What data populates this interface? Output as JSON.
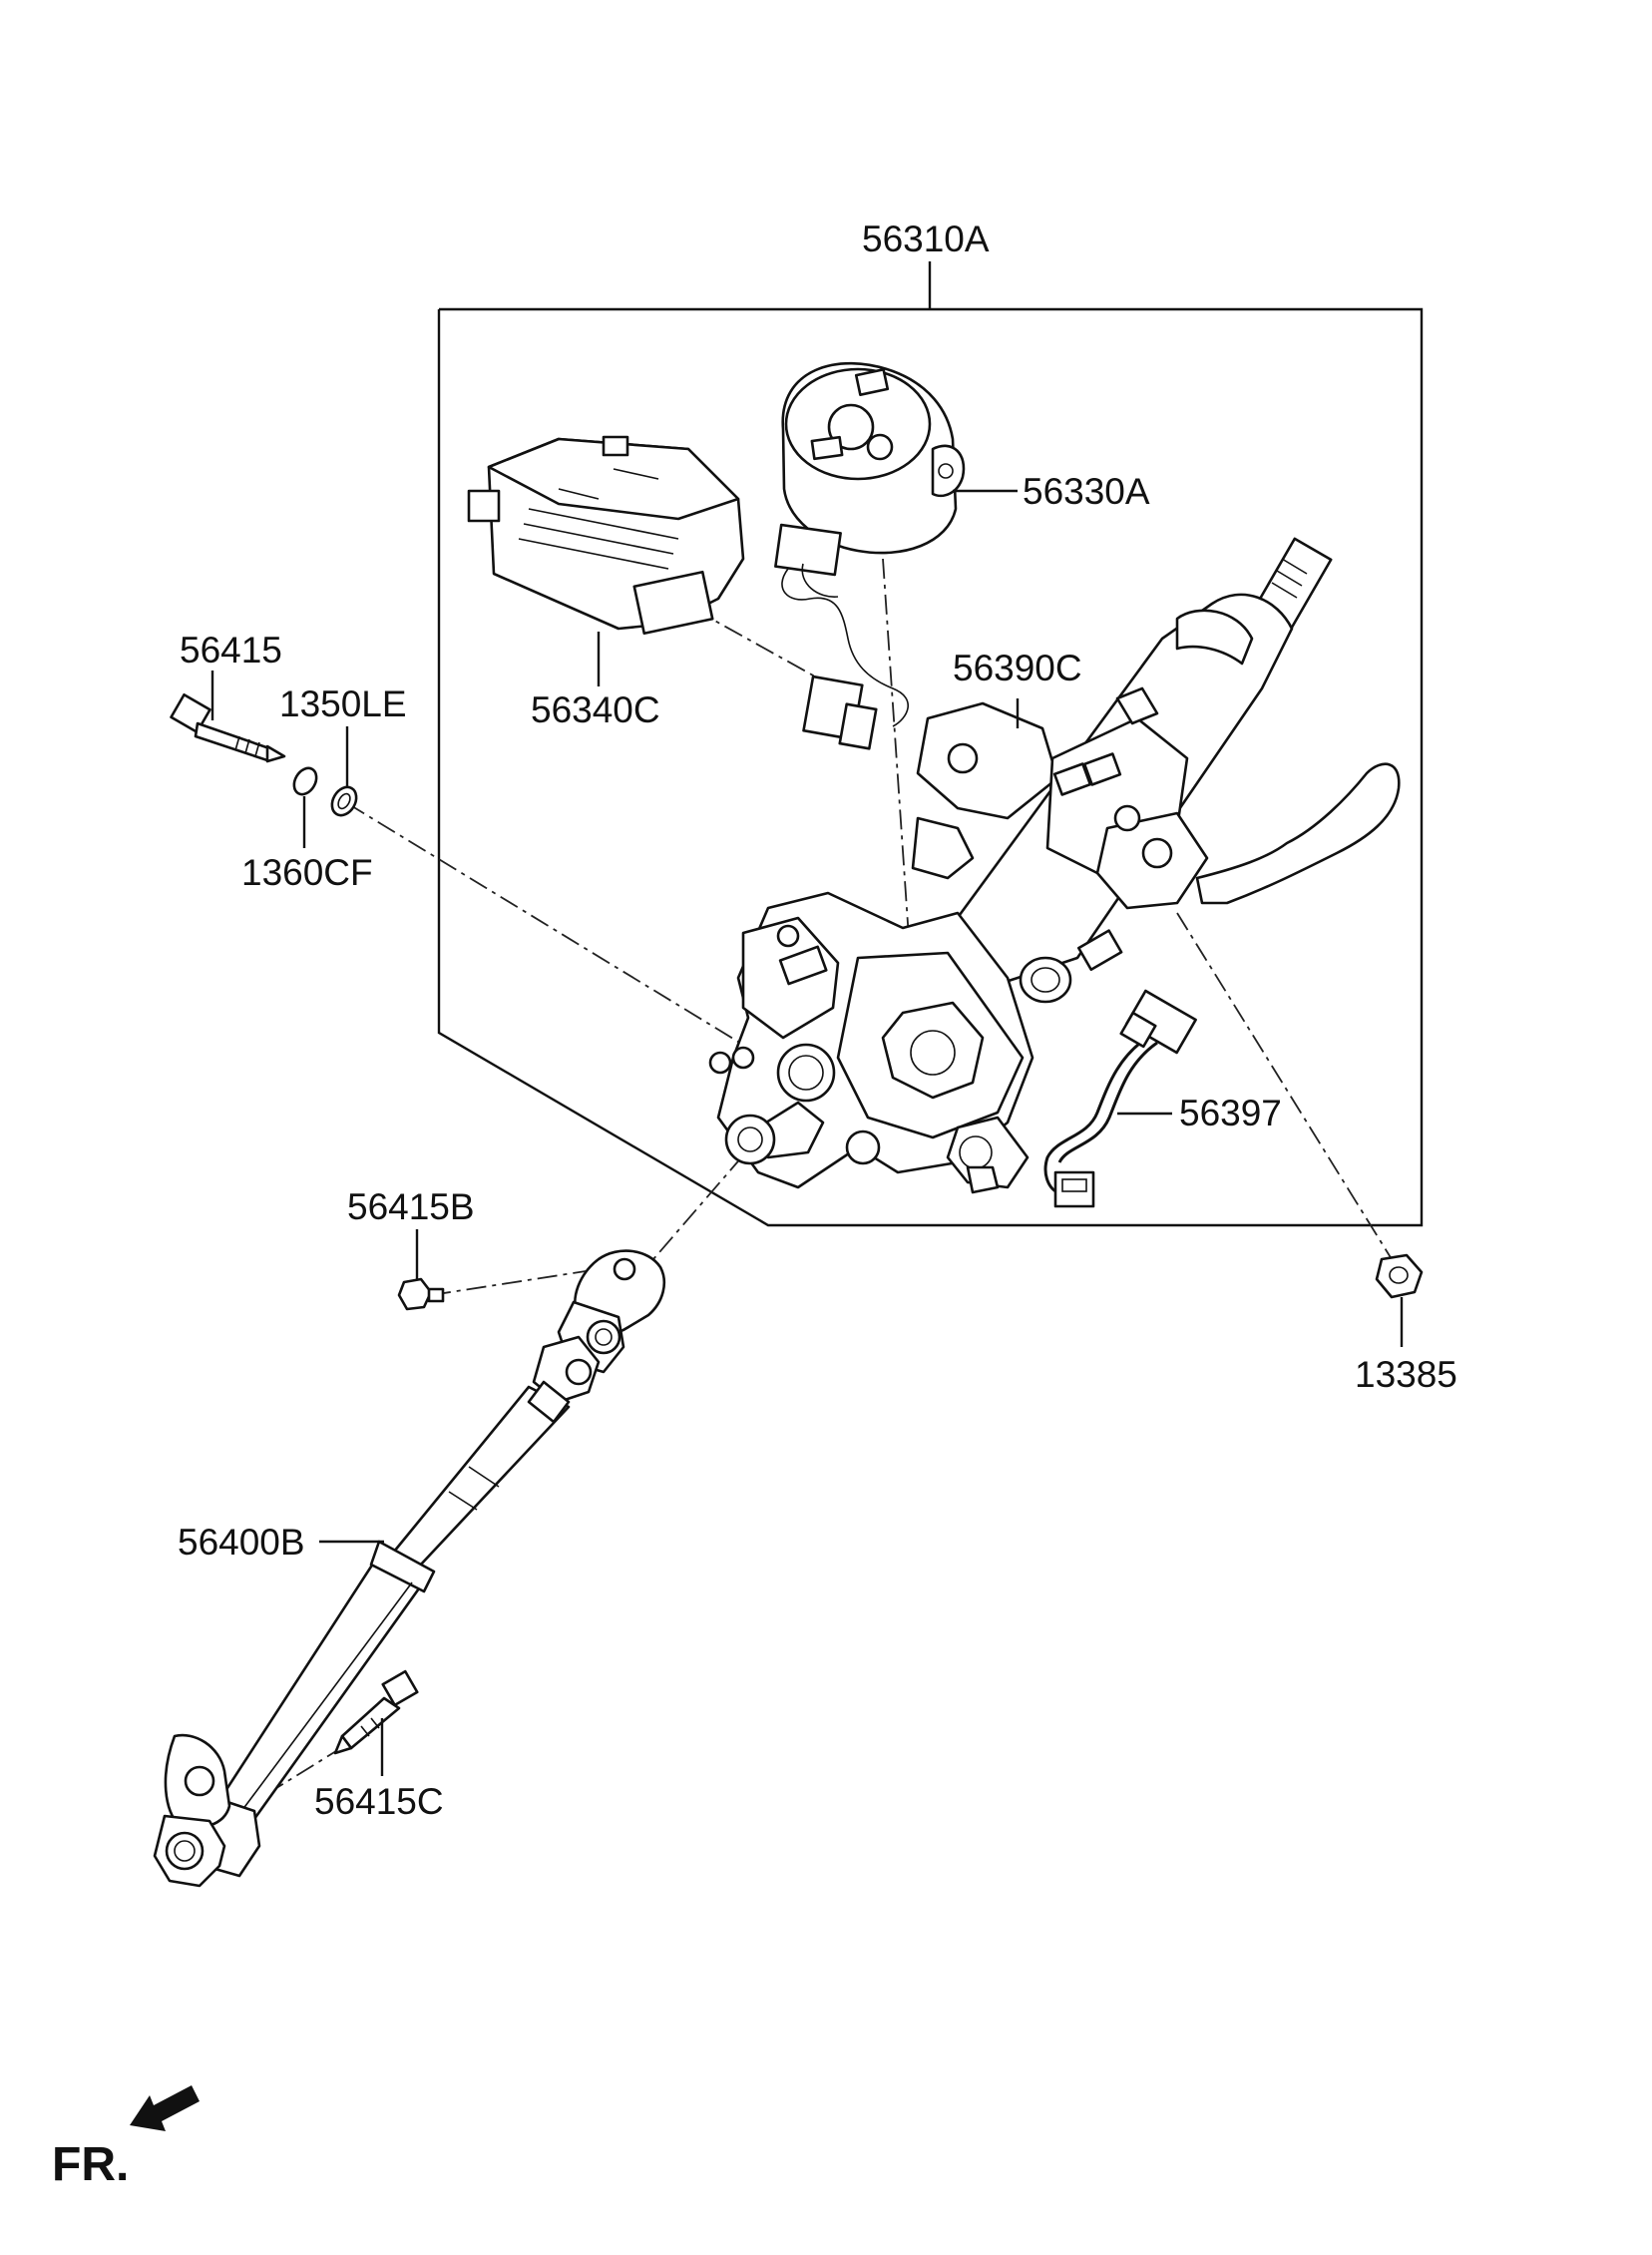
{
  "diagram": {
    "callouts": [
      {
        "id": "56310A",
        "text": "56310A"
      },
      {
        "id": "56330A",
        "text": "56330A"
      },
      {
        "id": "56340C",
        "text": "56340C"
      },
      {
        "id": "56390C",
        "text": "56390C"
      },
      {
        "id": "56397",
        "text": "56397"
      },
      {
        "id": "56415",
        "text": "56415"
      },
      {
        "id": "1350LE",
        "text": "1350LE"
      },
      {
        "id": "1360CF",
        "text": "1360CF"
      },
      {
        "id": "56415B",
        "text": "56415B"
      },
      {
        "id": "13385",
        "text": "13385"
      },
      {
        "id": "56400B",
        "text": "56400B"
      },
      {
        "id": "56415C",
        "text": "56415C"
      }
    ],
    "direction_marker": {
      "text": "FR.",
      "icon": "front-direction-arrow-icon"
    }
  }
}
